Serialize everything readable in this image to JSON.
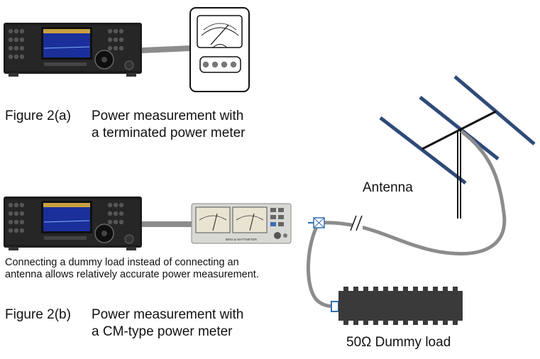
{
  "figure_a": {
    "number": "Figure 2(a)",
    "caption_line1": "Power measurement with",
    "caption_line2": "a terminated power meter"
  },
  "figure_b": {
    "number": "Figure 2(b)",
    "caption_line1": "Power measurement with",
    "caption_line2": "a CM-type power meter"
  },
  "note_text": "Connecting a dummy load instead of connecting an antenna allows relatively accurate power measurement.",
  "labels": {
    "antenna": "Antenna",
    "dummy_load": "50Ω Dummy load"
  },
  "cm_meter_brand": "BIRD & WATTMETER",
  "colors": {
    "cable": "#8c8c8c",
    "antenna_elements": "#2f4a78",
    "radio_body": "#1c1c1c",
    "screen": "#1a2f9a",
    "dummy_load": "#3a3a3a"
  }
}
